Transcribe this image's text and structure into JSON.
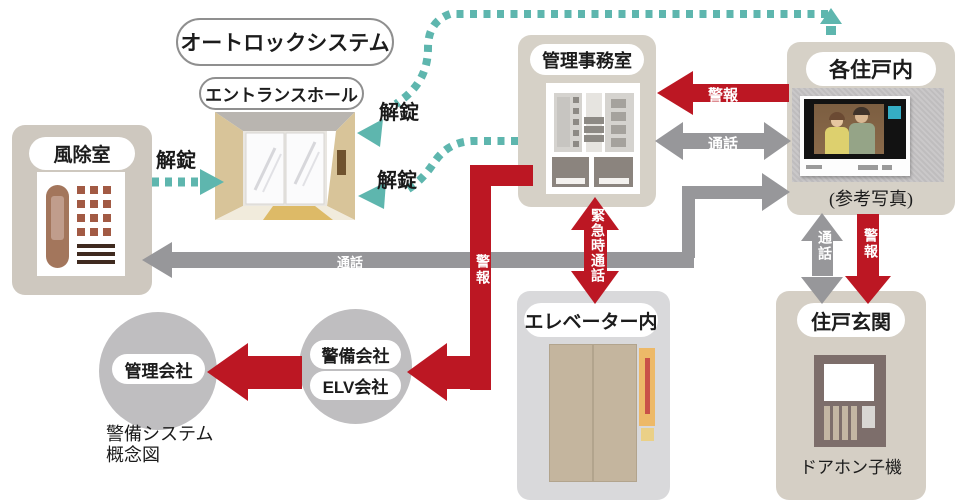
{
  "title": "オートロックシステム",
  "caption": {
    "line1": "警備システム",
    "line2": "概念図"
  },
  "nodes": {
    "windbreak_room": "風除室",
    "entrance_hall": "エントランスホール",
    "management_office": "管理事務室",
    "each_dwelling": "各住戸内",
    "reference_photo_note": "(参考写真)",
    "elevator": "エレベーター内",
    "dwelling_entrance": "住戸玄関",
    "doorphone_handset": "ドアホン子機",
    "management_company": "管理会社",
    "security_company": "警備会社",
    "elevator_company": "ELV会社"
  },
  "labels": {
    "unlock": "解錠",
    "alarm": "警報",
    "call": "通話",
    "emergency_call": "緊急時通話"
  },
  "colors": {
    "alarm_red": "#bc1723",
    "call_gray": "#97979a",
    "unlock_teal": "#5eb6ae",
    "box_beige": "#d6d1c7",
    "circle_gray": "#bfbec0"
  }
}
